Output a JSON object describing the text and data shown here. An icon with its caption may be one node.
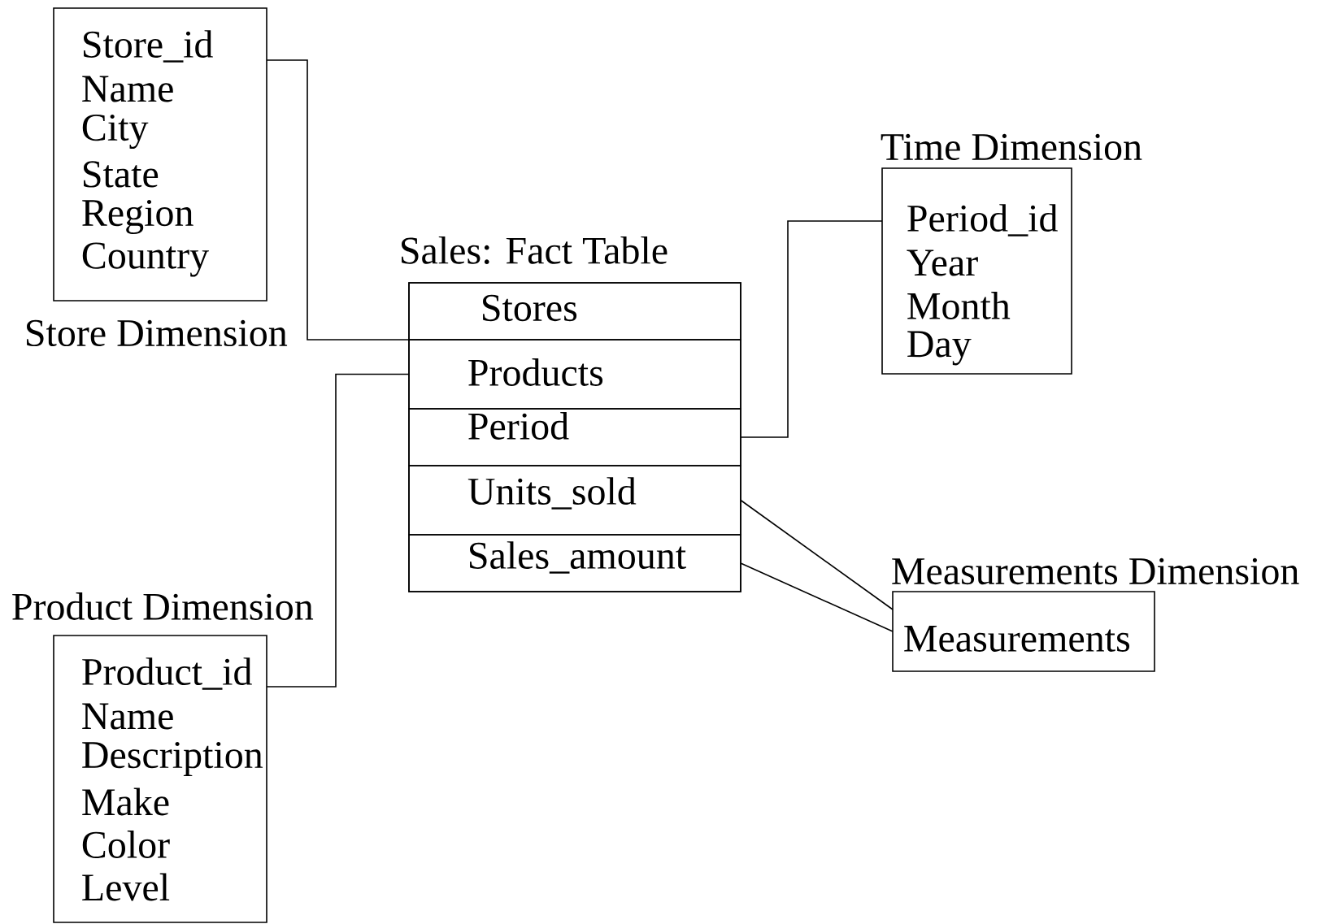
{
  "diagram": {
    "nodes": [
      {
        "text": [
          "Store Dimension",
          "Store_id",
          "Name",
          "City",
          "State",
          "Region",
          "Country"
        ]
      },
      {
        "text": [
          "Sales: Fact Table"
        ]
      },
      {
        "text": [
          "Stores"
        ],
        "in": 1
      },
      {
        "text": [
          "Products"
        ],
        "in": 1
      },
      {
        "text": [
          "Period"
        ],
        "in": 1
      },
      {
        "text": [
          "Units_sold"
        ],
        "in": 1
      },
      {
        "text": [
          "Sales_amount"
        ],
        "in": 1
      },
      {
        "text": [
          "Time Dimension",
          "Period_id",
          "Year",
          "Month",
          "Day"
        ]
      },
      {
        "text": [
          "Measurements Dimension",
          "Measurements"
        ]
      },
      {
        "text": [
          "Product Dimension",
          "Product_id",
          "Name",
          "Description",
          "Make",
          "Color",
          "Level"
        ]
      }
    ],
    "edges": [
      {
        "from": 0,
        "to": 2,
        "arrow": "none"
      },
      {
        "from": 9,
        "to": 3,
        "arrow": "none"
      },
      {
        "from": 4,
        "to": 7,
        "arrow": "none"
      },
      {
        "from": 5,
        "to": 8,
        "arrow": "none"
      },
      {
        "from": 6,
        "to": 8,
        "arrow": "none"
      }
    ]
  }
}
